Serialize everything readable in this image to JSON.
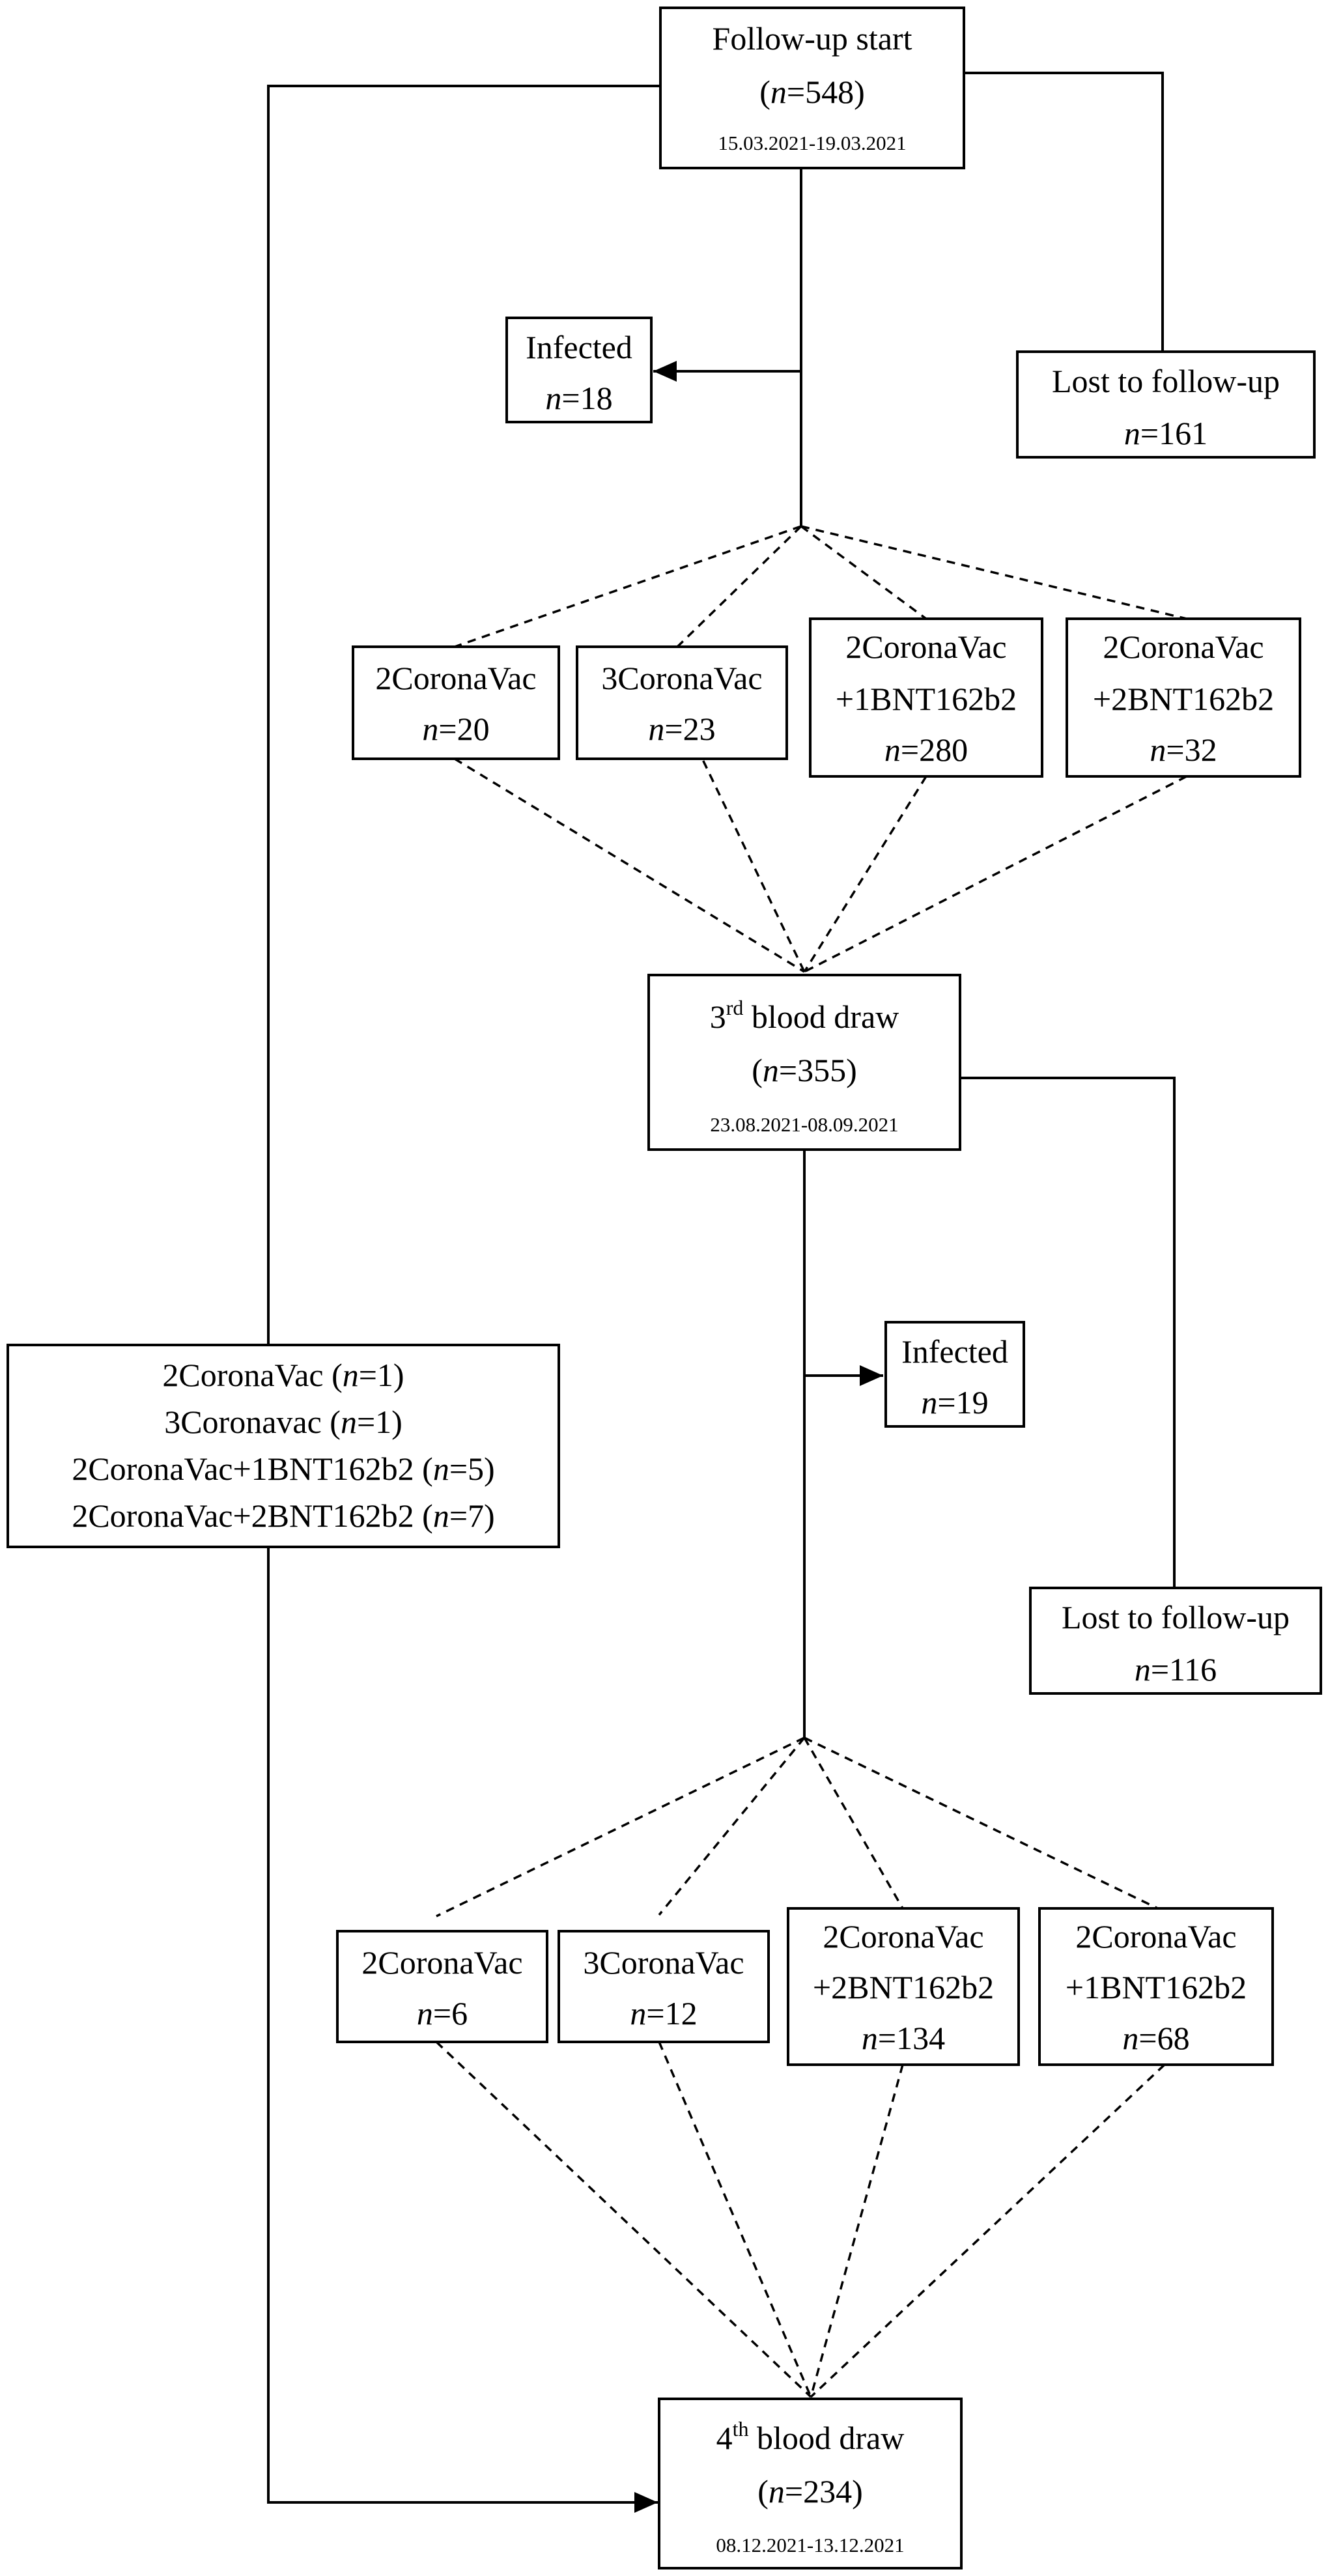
{
  "nodes": {
    "start": {
      "title": "Follow-up start",
      "count_prefix": "(",
      "n_symbol": "n",
      "count_value": "=548)",
      "dates": "15.03.2021-19.03.2021"
    },
    "infected_1": {
      "title": "Infected",
      "n_symbol": "n",
      "count_value": "=18"
    },
    "lost_1": {
      "title": "Lost to follow-up",
      "n_symbol": "n",
      "count_value": "=161"
    },
    "g1_2coronavac": {
      "line1": "2CoronaVac",
      "n_symbol": "n",
      "count_value": "=20"
    },
    "g1_3coronavac": {
      "line1": "3CoronaVac",
      "n_symbol": "n",
      "count_value": "=23"
    },
    "g1_2cv_1bnt": {
      "line1": "2CoronaVac",
      "line2": "+1BNT162b2",
      "n_symbol": "n",
      "count_value": "=280"
    },
    "g1_2cv_2bnt": {
      "line1": "2CoronaVac",
      "line2": "+2BNT162b2",
      "n_symbol": "n",
      "count_value": "=32"
    },
    "draw3": {
      "ordinal_num": "3",
      "ordinal_suffix": "rd",
      "title_rest": " blood draw",
      "count_prefix": "(",
      "n_symbol": "n",
      "count_value": "=355)",
      "dates": "23.08.2021-08.09.2021"
    },
    "carry_over": {
      "rows": [
        {
          "label": "2CoronaVac (",
          "n_symbol": "n",
          "value": "=1)"
        },
        {
          "label": "3Coronavac (",
          "n_symbol": "n",
          "value": "=1)"
        },
        {
          "label": "2CoronaVac+1BNT162b2 (",
          "n_symbol": "n",
          "value": "=5)"
        },
        {
          "label": "2CoronaVac+2BNT162b2 (",
          "n_symbol": "n",
          "value": "=7)"
        }
      ]
    },
    "infected_2": {
      "title": "Infected",
      "n_symbol": "n",
      "count_value": "=19"
    },
    "lost_2": {
      "title": "Lost to follow-up",
      "n_symbol": "n",
      "count_value": "=116"
    },
    "g2_2coronavac": {
      "line1": "2CoronaVac",
      "n_symbol": "n",
      "count_value": "=6"
    },
    "g2_3coronavac": {
      "line1": "3CoronaVac",
      "n_symbol": "n",
      "count_value": "=12"
    },
    "g2_2cv_2bnt": {
      "line1": "2CoronaVac",
      "line2": "+2BNT162b2",
      "n_symbol": "n",
      "count_value": "=134"
    },
    "g2_2cv_1bnt": {
      "line1": "2CoronaVac",
      "line2": "+1BNT162b2",
      "n_symbol": "n",
      "count_value": "=68"
    },
    "draw4": {
      "ordinal_num": "4",
      "ordinal_suffix": "th",
      "title_rest": " blood draw",
      "count_prefix": "(",
      "n_symbol": "n",
      "count_value": "=234)",
      "dates": "08.12.2021-13.12.2021"
    }
  }
}
